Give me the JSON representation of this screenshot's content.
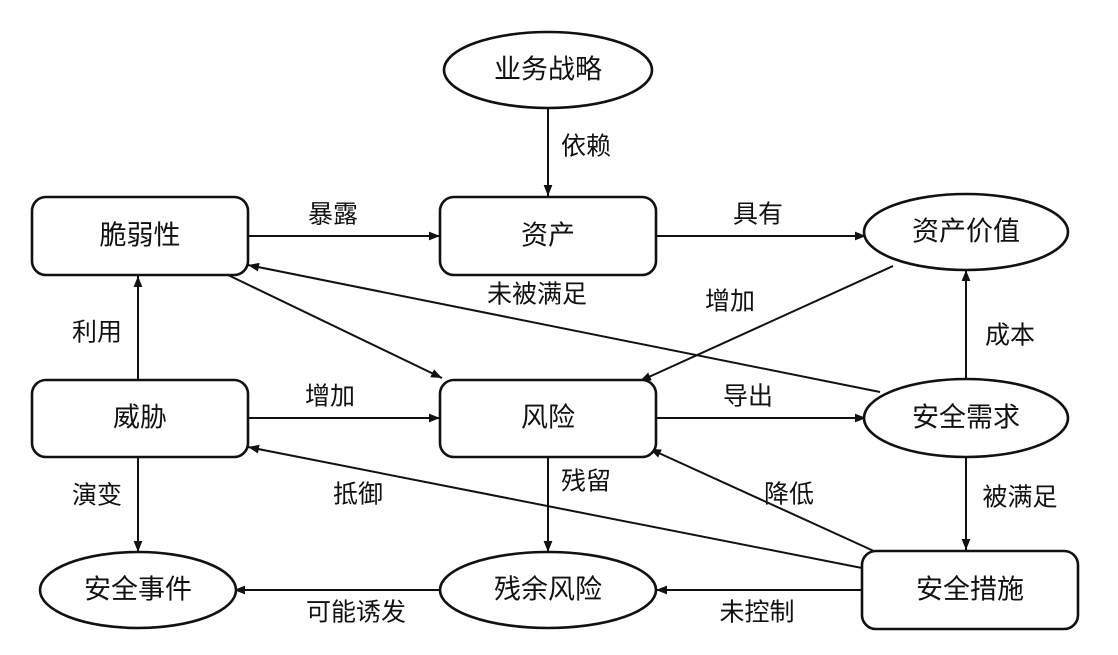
{
  "nodes": {
    "business_strategy": "业务战略",
    "assets": "资产",
    "asset_value": "资产价值",
    "vulnerability": "脆弱性",
    "threat": "威胁",
    "risk": "风险",
    "security_requirement": "安全需求",
    "security_incident": "安全事件",
    "residual_risk": "残余风险",
    "security_measure": "安全措施"
  },
  "edges": {
    "depends": "依赖",
    "exposes": "暴露",
    "has": "具有",
    "unmet": "未被满足",
    "increase_value": "增加",
    "exploit": "利用",
    "cost": "成本",
    "increase_threat": "增加",
    "derive": "导出",
    "evolve": "演变",
    "resist": "抵御",
    "residual": "残留",
    "reduce": "降低",
    "satisfied": "被满足",
    "may_trigger": "可能诱发",
    "uncontrolled": "未控制"
  }
}
